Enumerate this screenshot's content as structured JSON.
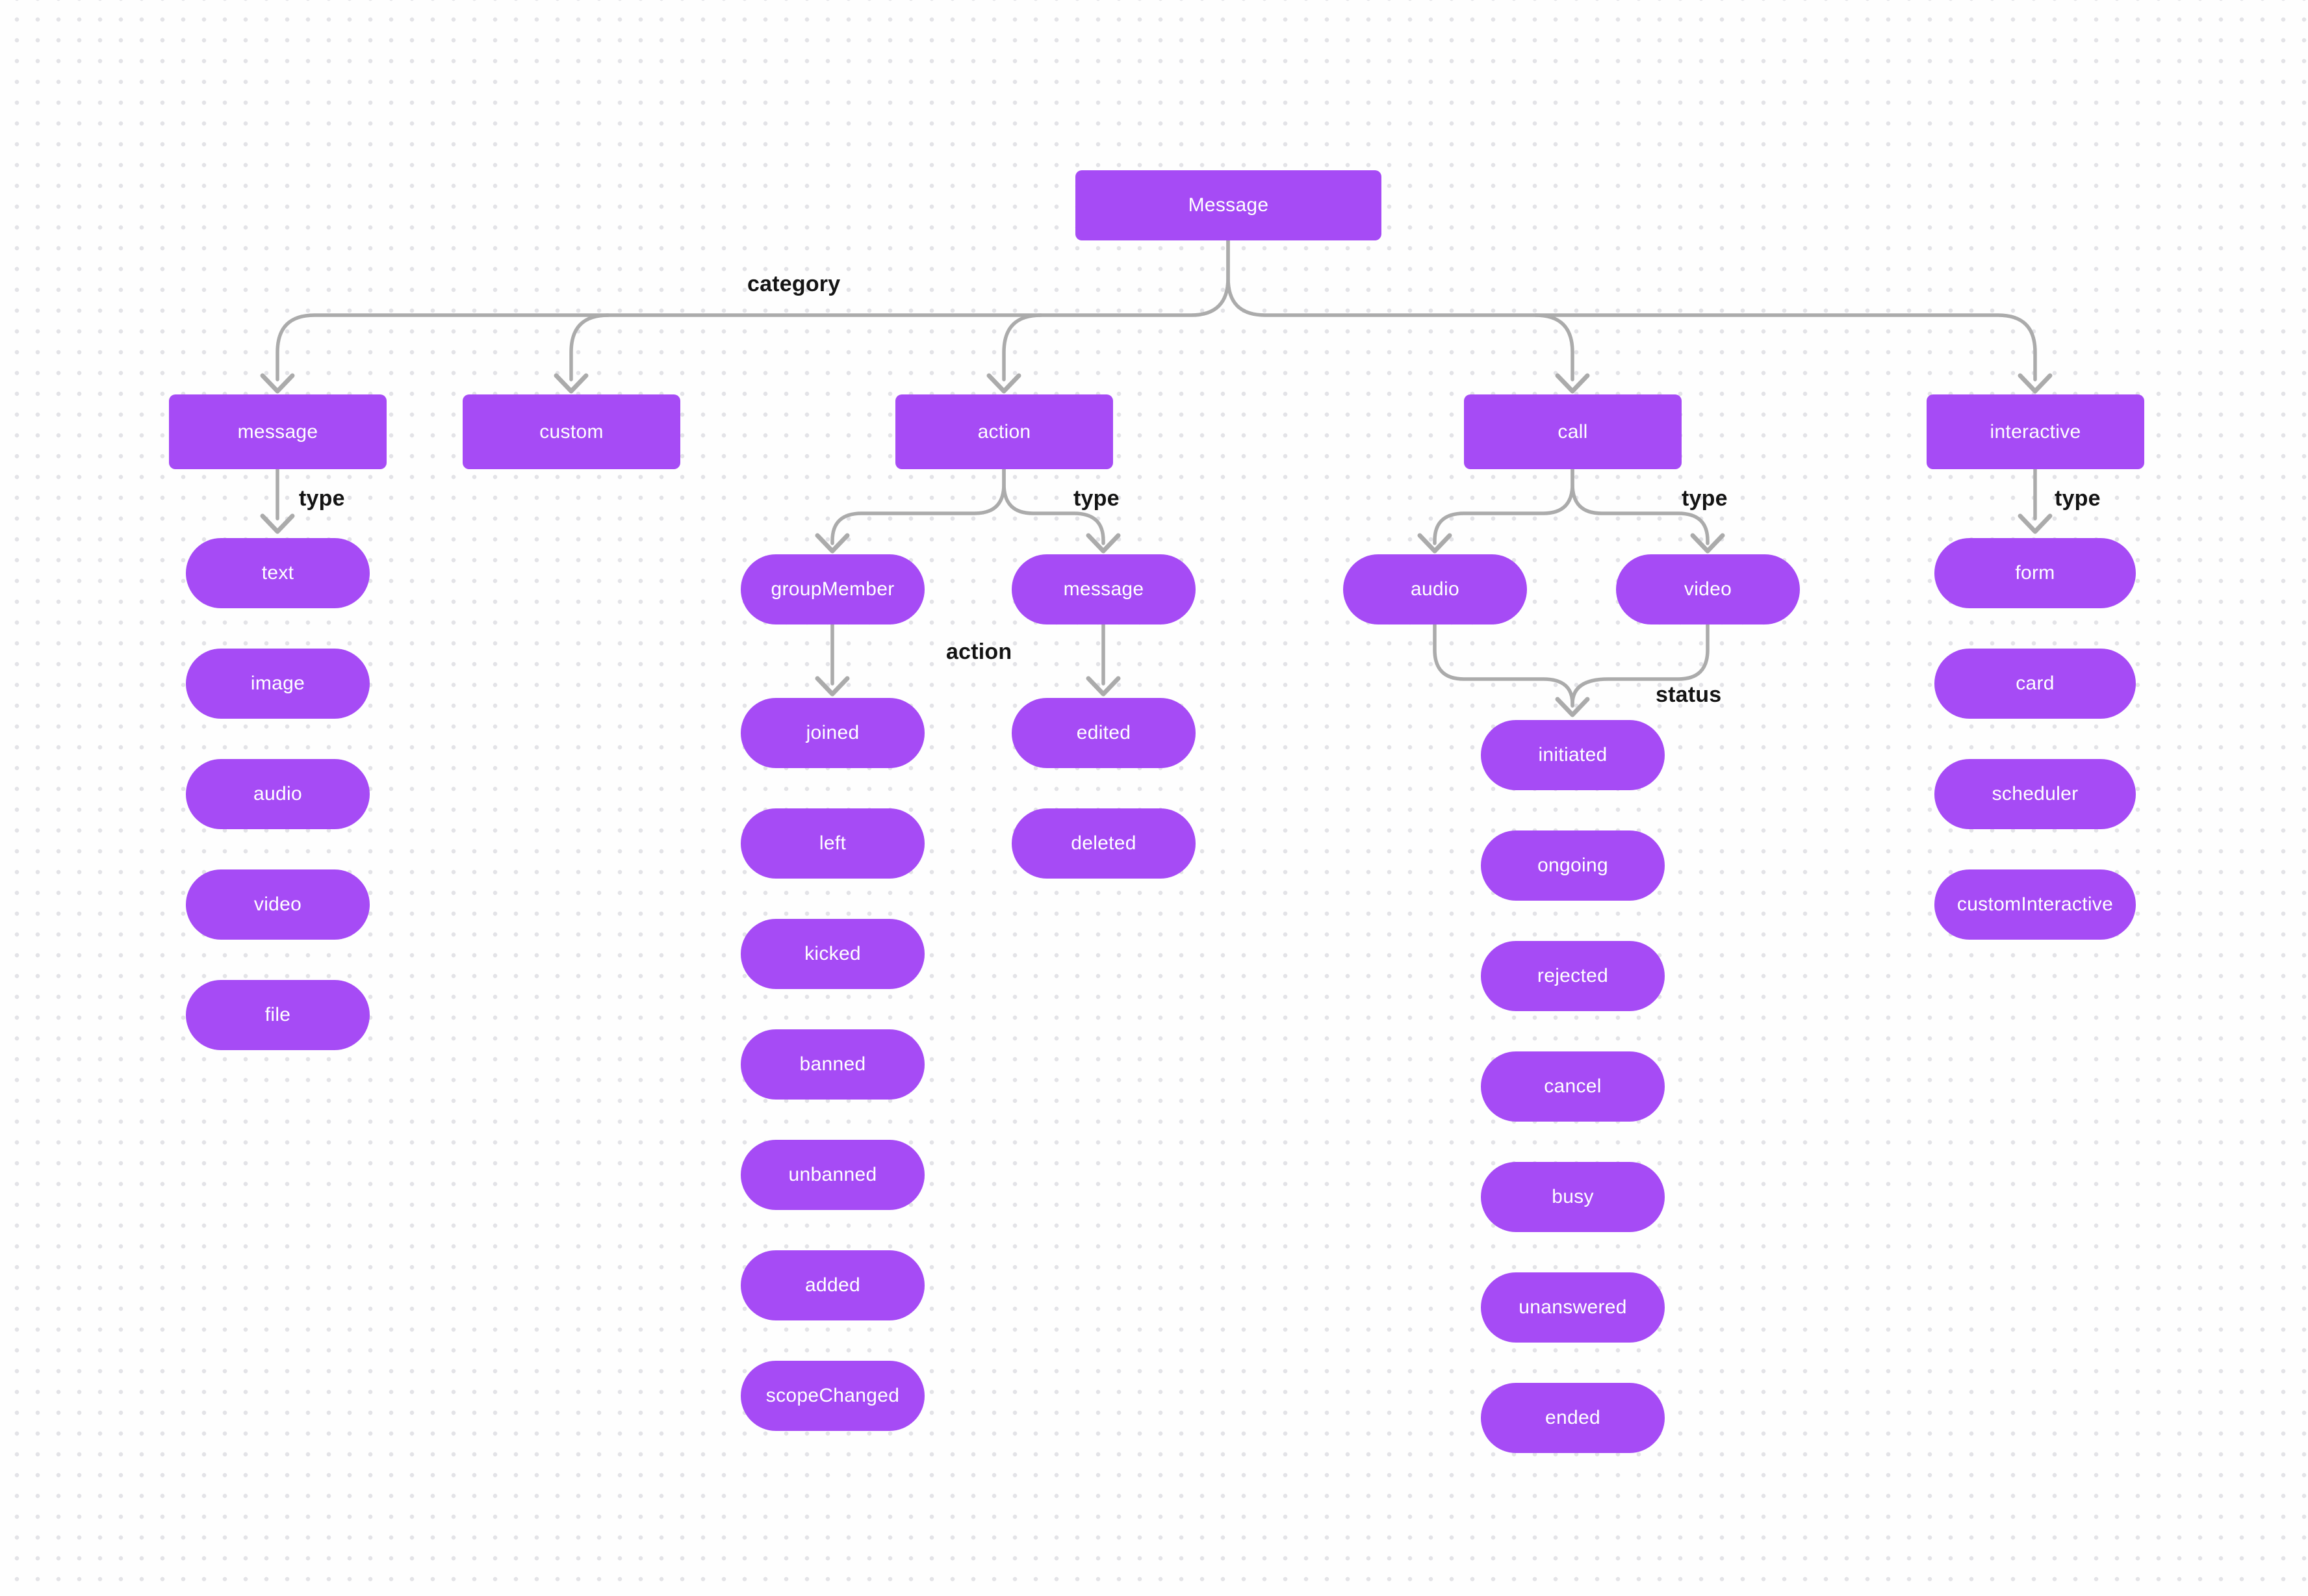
{
  "tree": {
    "root": "Message",
    "branch_label": "category",
    "categories": [
      {
        "label": "message",
        "child_label": "type",
        "children": [
          "text",
          "image",
          "audio",
          "video",
          "file"
        ]
      },
      {
        "label": "custom"
      },
      {
        "label": "action",
        "child_label": "type",
        "groups": [
          {
            "label": "groupMember",
            "child_label": "action",
            "children": [
              "joined",
              "left",
              "kicked",
              "banned",
              "unbanned",
              "added",
              "scopeChanged"
            ]
          },
          {
            "label": "message",
            "children": [
              "edited",
              "deleted"
            ]
          }
        ]
      },
      {
        "label": "call",
        "child_label": "type",
        "types": [
          "audio",
          "video"
        ],
        "status_label": "status",
        "statuses": [
          "initiated",
          "ongoing",
          "rejected",
          "cancel",
          "busy",
          "unanswered",
          "ended"
        ]
      },
      {
        "label": "interactive",
        "child_label": "type",
        "children": [
          "form",
          "card",
          "scheduler",
          "customInteractive"
        ]
      }
    ]
  },
  "colors": {
    "background": "#FEFEFE",
    "grid_dot": "#E3E3E7",
    "node_fill": "#A64BF5",
    "node_text": "#FFFFFF",
    "connector": "#ABABAB",
    "label_text": "#141414"
  }
}
